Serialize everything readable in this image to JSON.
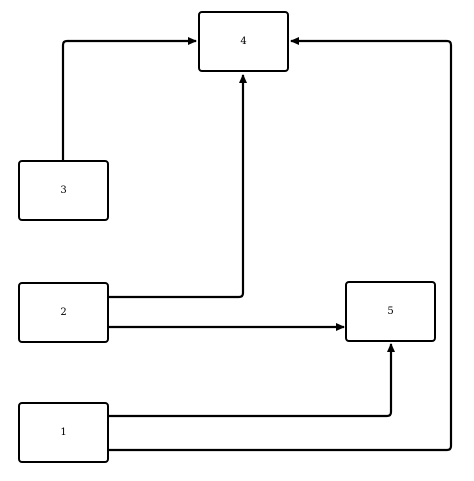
{
  "nodes": [
    {
      "id": "1",
      "label": "1"
    },
    {
      "id": "2",
      "label": "2"
    },
    {
      "id": "3",
      "label": "3"
    },
    {
      "id": "4",
      "label": "4"
    },
    {
      "id": "5",
      "label": "5"
    }
  ],
  "edges": [
    {
      "from": "3",
      "to": "4"
    },
    {
      "from": "2",
      "to": "4"
    },
    {
      "from": "2",
      "to": "5"
    },
    {
      "from": "1",
      "to": "5"
    },
    {
      "from": "1",
      "to": "4"
    }
  ],
  "colors": {
    "line": "#000000",
    "background": "#ffffff"
  }
}
